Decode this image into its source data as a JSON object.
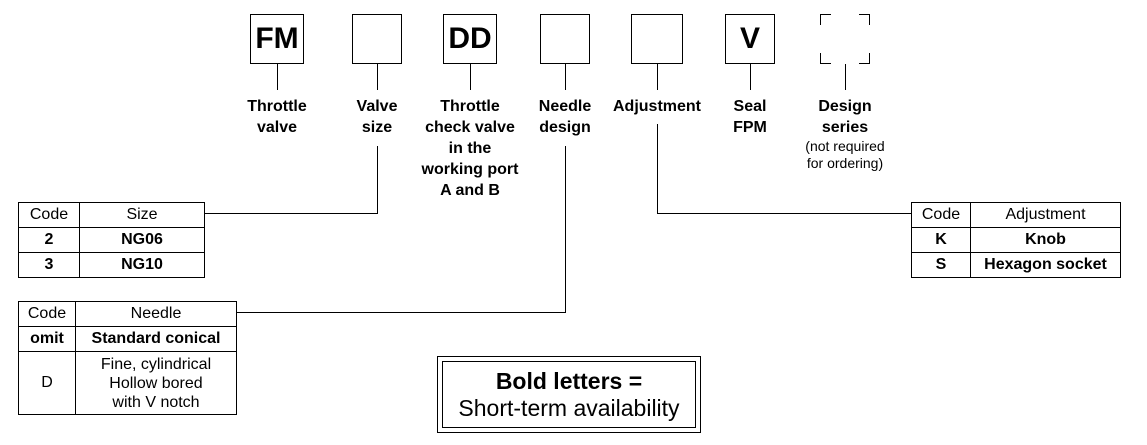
{
  "code_boxes": [
    {
      "text": "FM"
    },
    {
      "text": ""
    },
    {
      "text": "DD"
    },
    {
      "text": ""
    },
    {
      "text": ""
    },
    {
      "text": "V"
    }
  ],
  "labels": {
    "throttle_valve": [
      "Throttle",
      "valve"
    ],
    "valve_size": [
      "Valve",
      "size"
    ],
    "check_valve": [
      "Throttle",
      "check valve",
      "in the",
      "working port",
      "A and B"
    ],
    "needle_design": [
      "Needle",
      "design"
    ],
    "adjustment": [
      "Adjustment"
    ],
    "seal": [
      "Seal",
      "FPM"
    ],
    "design_series": [
      "Design",
      "series"
    ],
    "design_series_note": [
      "(not required",
      "for ordering)"
    ]
  },
  "size_table": {
    "headers": [
      "Code",
      "Size"
    ],
    "rows": [
      [
        "2",
        "NG06"
      ],
      [
        "3",
        "NG10"
      ]
    ]
  },
  "needle_table": {
    "headers": [
      "Code",
      "Needle"
    ],
    "row1": [
      "omit",
      "Standard conical"
    ],
    "row2_code": "D",
    "row2_desc": [
      "Fine, cylindrical",
      "Hollow bored",
      "with V notch"
    ]
  },
  "adjustment_table": {
    "headers": [
      "Code",
      "Adjustment"
    ],
    "rows": [
      [
        "K",
        "Knob"
      ],
      [
        "S",
        "Hexagon socket"
      ]
    ]
  },
  "legend": {
    "title": "Bold letters =",
    "text": "Short-term availability"
  }
}
